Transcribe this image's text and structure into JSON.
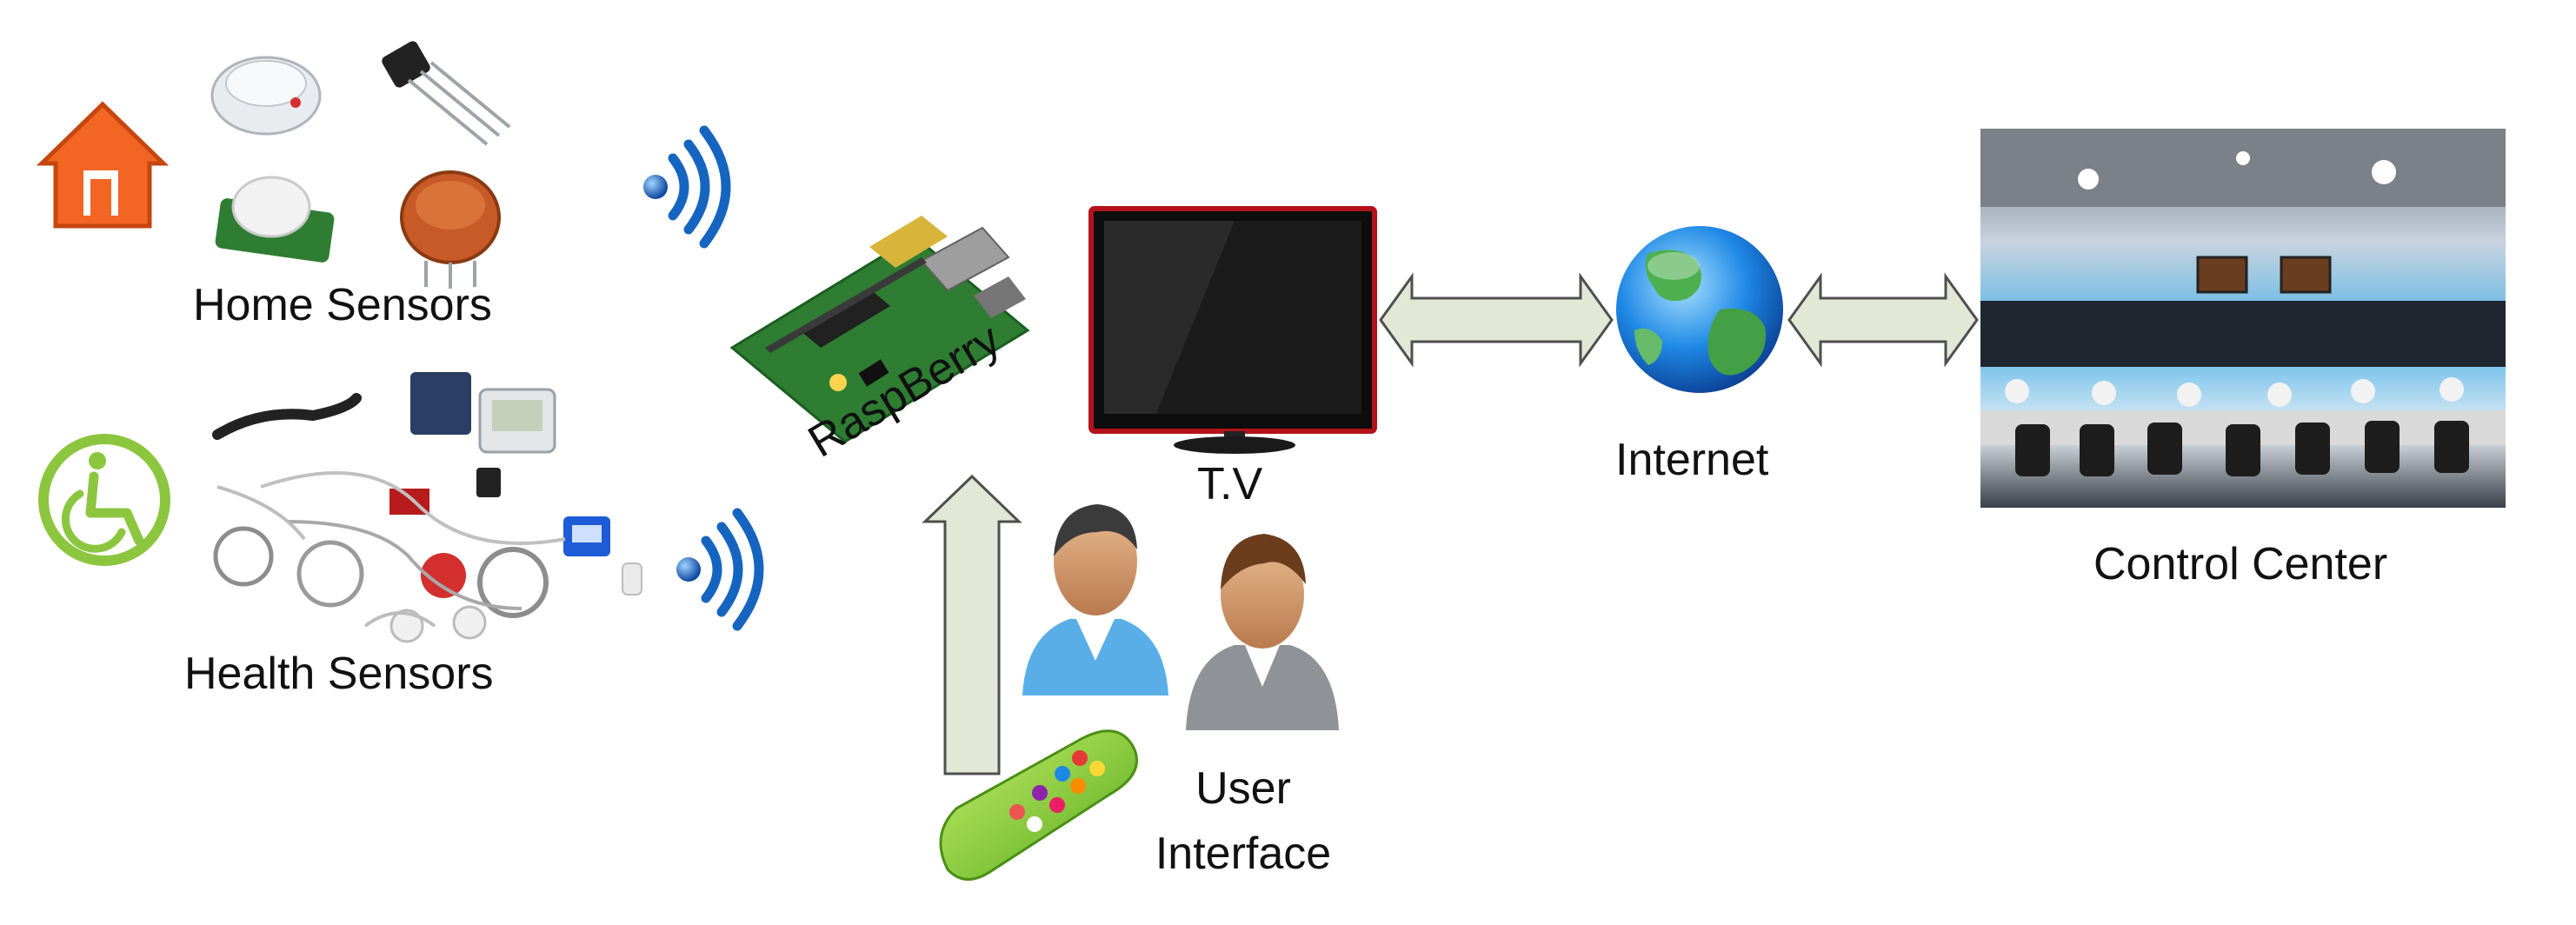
{
  "labels": {
    "home_sensors": "Home Sensors",
    "health_sensors": "Health Sensors",
    "raspberry": "RaspBerry",
    "tv": "T.V",
    "internet": "Internet",
    "control_center": "Control Center",
    "user": "User",
    "interface": "Interface"
  },
  "icons": {
    "home": "house-icon",
    "health": "wheelchair-icon",
    "wireless": "wifi-signal-icon",
    "globe": "globe-icon",
    "users": "users-icon",
    "remote": "remote-control-icon"
  },
  "colors": {
    "arrow_fill": "#e3e8d6",
    "arrow_stroke": "#4f4f4f",
    "house_orange": "#f26522",
    "wheelchair_green": "#8cc63f",
    "wifi_blue": "#1565c0",
    "tv_red": "#b3121b",
    "board_green": "#2e7d32"
  }
}
